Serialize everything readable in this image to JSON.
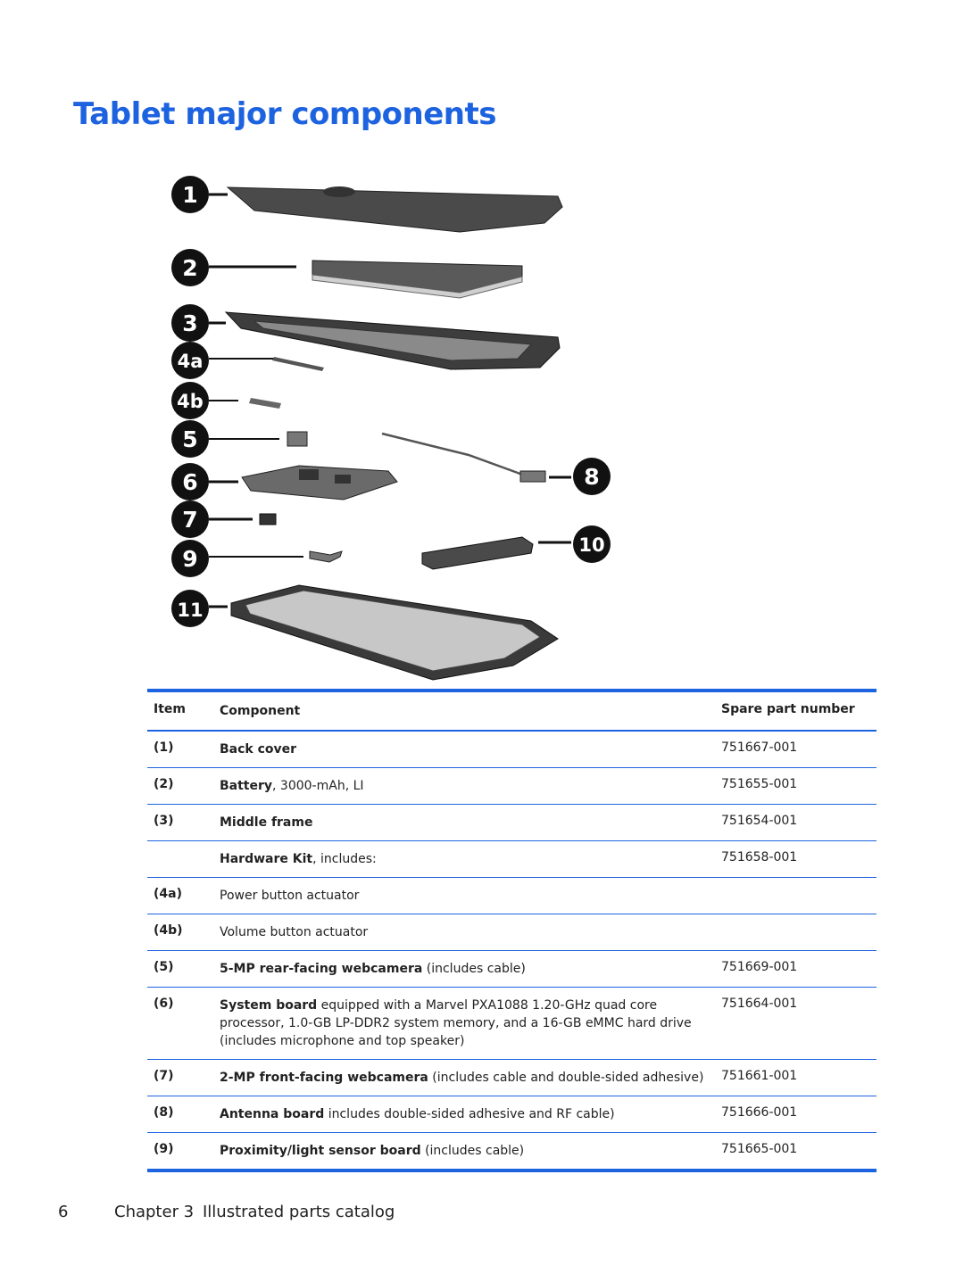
{
  "page": {
    "title": "Tablet major components"
  },
  "figure": {
    "callouts": [
      "1",
      "2",
      "3",
      "4a",
      "4b",
      "5",
      "6",
      "7",
      "9",
      "11",
      "8",
      "10"
    ]
  },
  "table": {
    "headers": {
      "item": "Item",
      "component": "Component",
      "spare": "Spare part number"
    },
    "rows": [
      {
        "item": "(1)",
        "name": "Back cover",
        "desc": "",
        "spare": "751667-001"
      },
      {
        "item": "(2)",
        "name": "Battery",
        "desc": ", 3000-mAh, LI",
        "spare": "751655-001"
      },
      {
        "item": "(3)",
        "name": "Middle frame",
        "desc": "",
        "spare": "751654-001"
      },
      {
        "item": "",
        "name": "Hardware Kit",
        "desc": ", includes:",
        "spare": "751658-001"
      },
      {
        "item": "(4a)",
        "name": "",
        "desc": "Power button actuator",
        "spare": ""
      },
      {
        "item": "(4b)",
        "name": "",
        "desc": "Volume button actuator",
        "spare": ""
      },
      {
        "item": "(5)",
        "name": "5-MP rear-facing webcamera",
        "desc": " (includes cable)",
        "spare": "751669-001"
      },
      {
        "item": "(6)",
        "name": "System board",
        "desc": " equipped with a Marvel PXA1088 1.20-GHz quad core processor, 1.0-GB LP-DDR2 system memory, and a 16-GB eMMC hard drive (includes microphone and top speaker)",
        "spare": "751664-001"
      },
      {
        "item": "(7)",
        "name": "2-MP front-facing webcamera",
        "desc": " (includes cable and double-sided adhesive)",
        "spare": "751661-001"
      },
      {
        "item": "(8)",
        "name": "Antenna board",
        "desc": " includes double-sided adhesive and RF cable)",
        "spare": "751666-001"
      },
      {
        "item": "(9)",
        "name": "Proximity/light sensor board",
        "desc": " (includes cable)",
        "spare": "751665-001"
      }
    ]
  },
  "footer": {
    "page_number": "6",
    "chapter": "Chapter 3",
    "chapter_title": "Illustrated parts catalog"
  }
}
